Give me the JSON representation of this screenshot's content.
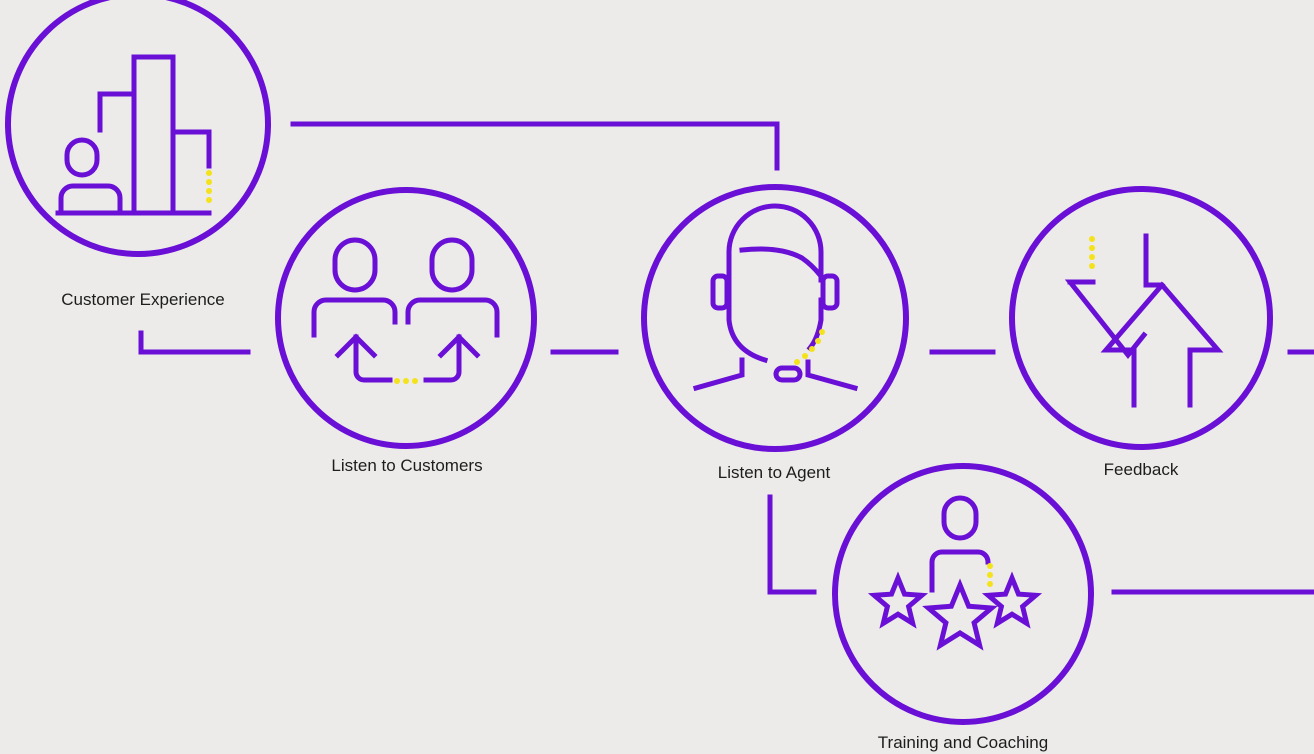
{
  "colors": {
    "background": "#ecebe9",
    "accent": "#6a0fd6",
    "highlight": "#f4e21a",
    "text": "#1d1d1d"
  },
  "nodes": [
    {
      "key": "customer_experience",
      "label": "Customer Experience",
      "icon": "buildings-person-icon"
    },
    {
      "key": "listen_to_customers",
      "label": "Listen to Customers",
      "icon": "two-people-arrows-icon"
    },
    {
      "key": "listen_to_agent",
      "label": "Listen to Agent",
      "icon": "headset-agent-icon"
    },
    {
      "key": "feedback",
      "label": "Feedback",
      "icon": "up-down-arrows-icon"
    },
    {
      "key": "training_and_coaching",
      "label": "Training and Coaching",
      "icon": "person-stars-icon"
    }
  ]
}
